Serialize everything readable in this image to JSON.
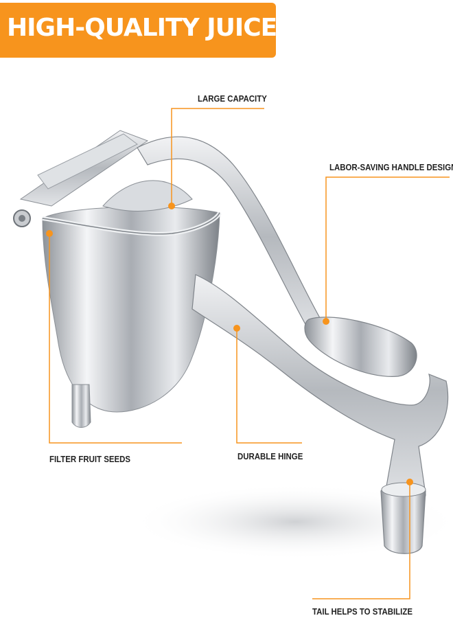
{
  "banner": {
    "title": "HIGH-QUALITY JUICER",
    "color": "#f7941d"
  },
  "callouts": {
    "large_capacity": "LARGE CAPACITY",
    "labor_saving": "LABOR-SAVING HANDLE DESIGN",
    "filter_seeds": "FILTER FRUIT SEEDS",
    "durable_hinge": "DURABLE HINGE",
    "tail_stabilize": "TAIL HELPS TO STABILIZE"
  },
  "accent_color": "#f7941d",
  "product_image": "stainless-steel-hand-press-juicer"
}
